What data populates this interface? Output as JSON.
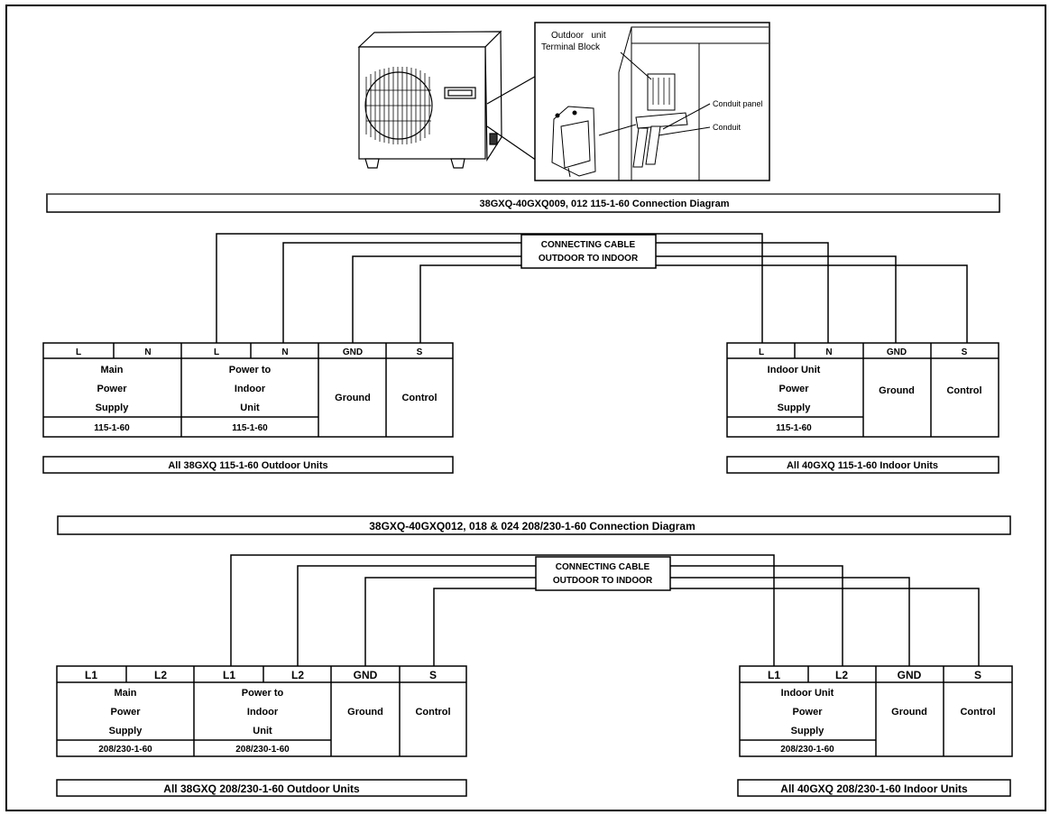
{
  "figure": {
    "callout": {
      "outdoor_unit": "Outdoor   unit",
      "terminal_block": "Terminal Block",
      "conduit_panel": "Conduit panel",
      "conduit": "Conduit"
    }
  },
  "diagram1": {
    "title": "38GXQ-40GXQ009, 012 115-1-60 Connection Diagram",
    "cable_line1": "CONNECTING CABLE",
    "cable_line2": "OUTDOOR TO INDOOR",
    "outdoor": {
      "h_l1": "L",
      "h_n1": "N",
      "h_l2": "L",
      "h_n2": "N",
      "h_gnd": "GND",
      "h_s": "S",
      "main_1": "Main",
      "main_2": "Power",
      "main_3": "Supply",
      "pti_1": "Power to",
      "pti_2": "Indoor",
      "pti_3": "Unit",
      "ground": "Ground",
      "control": "Control",
      "v_main": "115-1-60",
      "v_pti": "115-1-60"
    },
    "indoor": {
      "h_l": "L",
      "h_n": "N",
      "h_gnd": "GND",
      "h_s": "S",
      "iup_1": "Indoor Unit",
      "iup_2": "Power",
      "iup_3": "Supply",
      "ground": "Ground",
      "control": "Control",
      "v_iup": "115-1-60"
    },
    "outdoor_label": "All 38GXQ 115-1-60 Outdoor Units",
    "indoor_label": "All 40GXQ 115-1-60 Indoor Units"
  },
  "diagram2": {
    "title": "38GXQ-40GXQ012, 018 & 024 208/230-1-60 Connection Diagram",
    "cable_line1": "CONNECTING CABLE",
    "cable_line2": "OUTDOOR TO INDOOR",
    "outdoor": {
      "h_l1": "L1",
      "h_n1": "L2",
      "h_l2": "L1",
      "h_n2": "L2",
      "h_gnd": "GND",
      "h_s": "S",
      "main_1": "Main",
      "main_2": "Power",
      "main_3": "Supply",
      "pti_1": "Power to",
      "pti_2": "Indoor",
      "pti_3": "Unit",
      "ground": "Ground",
      "control": "Control",
      "v_main": "208/230-1-60",
      "v_pti": "208/230-1-60"
    },
    "indoor": {
      "h_l": "L1",
      "h_n": "L2",
      "h_gnd": "GND",
      "h_s": "S",
      "iup_1": "Indoor Unit",
      "iup_2": "Power",
      "iup_3": "Supply",
      "ground": "Ground",
      "control": "Control",
      "v_iup": "208/230-1-60"
    },
    "outdoor_label": "All 38GXQ 208/230-1-60 Outdoor Units",
    "indoor_label": "All 40GXQ 208/230-1-60 Indoor Units"
  }
}
